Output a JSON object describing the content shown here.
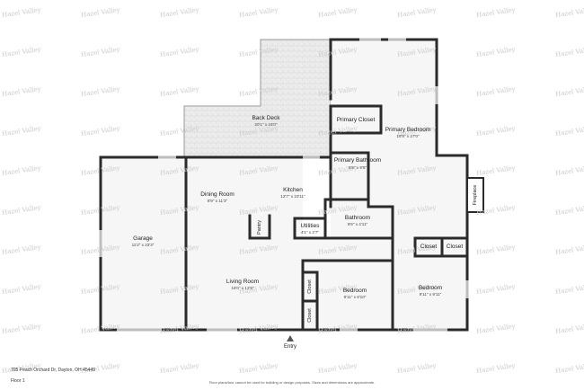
{
  "watermark": "Hazel Valley",
  "rooms": [
    {
      "key": "back_deck",
      "name": "Back Deck",
      "dims": "20'1\" x 16'0\""
    },
    {
      "key": "primary_closet",
      "name": "Primary Closet",
      "dims": ""
    },
    {
      "key": "primary_bedroom",
      "name": "Primary Bedroom",
      "dims": "18'9\" x 27'0\""
    },
    {
      "key": "primary_bathroom",
      "name": "Primary Bathroom",
      "dims": "6'5\" x 9'6\""
    },
    {
      "key": "dining_room",
      "name": "Dining Room",
      "dims": "8'9\" x 11'3\""
    },
    {
      "key": "kitchen",
      "name": "Kitchen",
      "dims": "12'7\" x 10'11\""
    },
    {
      "key": "garage",
      "name": "Garage",
      "dims": "11'2\" x 23'3\""
    },
    {
      "key": "utilities",
      "name": "Utilities",
      "dims": "4'1\" x 2'7\""
    },
    {
      "key": "bathroom",
      "name": "Bathroom",
      "dims": "8'6\" x 4'11\""
    },
    {
      "key": "living_room",
      "name": "Living Room",
      "dims": "16'0\" x 12'9\""
    },
    {
      "key": "bedroom_1",
      "name": "Bedroom",
      "dims": "9'11\" x 8'10\""
    },
    {
      "key": "bedroom_2",
      "name": "Bedroom",
      "dims": "9'11\" x 9'11\""
    }
  ],
  "small_labels": {
    "pantry": "Pantry",
    "fireplace": "Fireplace",
    "closet_1": "Closet",
    "closet_2": "Closet",
    "closet_3": "Closet",
    "closet_4": "Closet"
  },
  "entry_label": "Entry",
  "address": "705 Peach Orchard Dr, Dayton, OH 45449",
  "floor": "Floor 1",
  "disclaimer": "Floor plans/tour cannot be used for building or design purposes. Sizes and dimensions are approximate."
}
